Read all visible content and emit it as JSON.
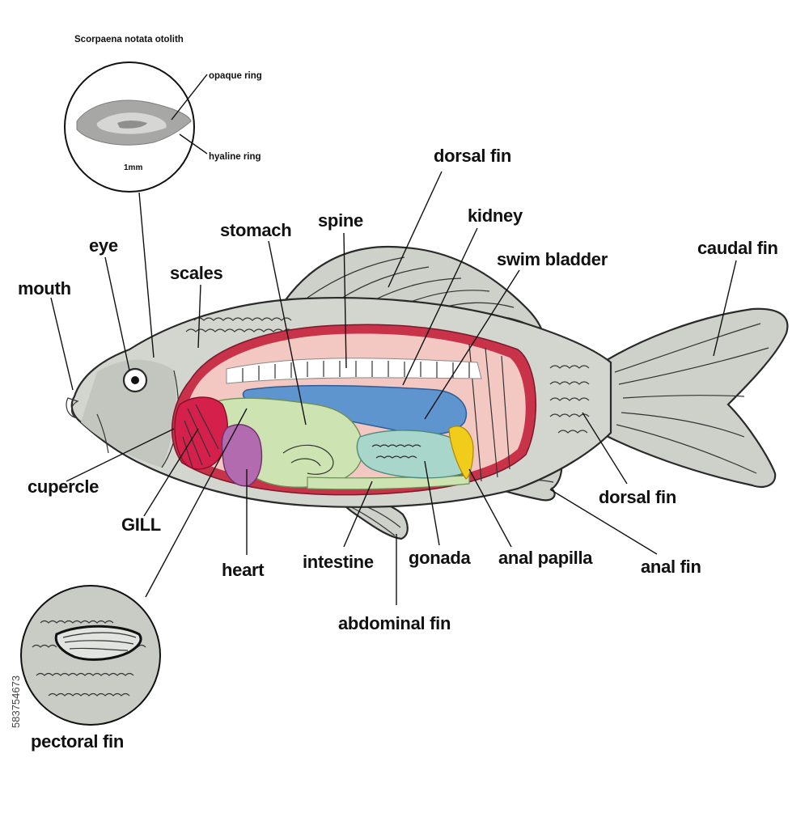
{
  "otolith": {
    "title": "Scorpaena notata otolith",
    "opaque_ring": "opaque ring",
    "hyaline_ring": "hyaline ring",
    "scale": "1mm"
  },
  "labels": {
    "mouth": "mouth",
    "eye": "eye",
    "scales": "scales",
    "stomach": "stomach",
    "spine": "spine",
    "dorsal_fin_top": "dorsal fin",
    "kidney": "kidney",
    "swim_bladder": "swim bladder",
    "caudal_fin": "caudal fin",
    "cupercle": "cupercle",
    "gill": "GILL",
    "heart": "heart",
    "intestine": "intestine",
    "gonada": "gonada",
    "anal_papilla": "anal papilla",
    "dorsal_fin_low": "dorsal fin",
    "anal_fin": "anal fin",
    "abdominal_fin": "abdominal fin",
    "pectoral_fin": "pectoral fin"
  },
  "watermark": "583754673",
  "colors": {
    "body": "#d3d6cf",
    "fin": "#cdd1ca",
    "cavity": "#f4c8c2",
    "rim": "#c8334a",
    "swim_bladder": "#5f95cf",
    "stomach": "#cde3b1",
    "gonad": "#a8d6cb",
    "heart": "#b36bb0",
    "gill": "#d6204c",
    "papilla": "#f1cc1b"
  }
}
